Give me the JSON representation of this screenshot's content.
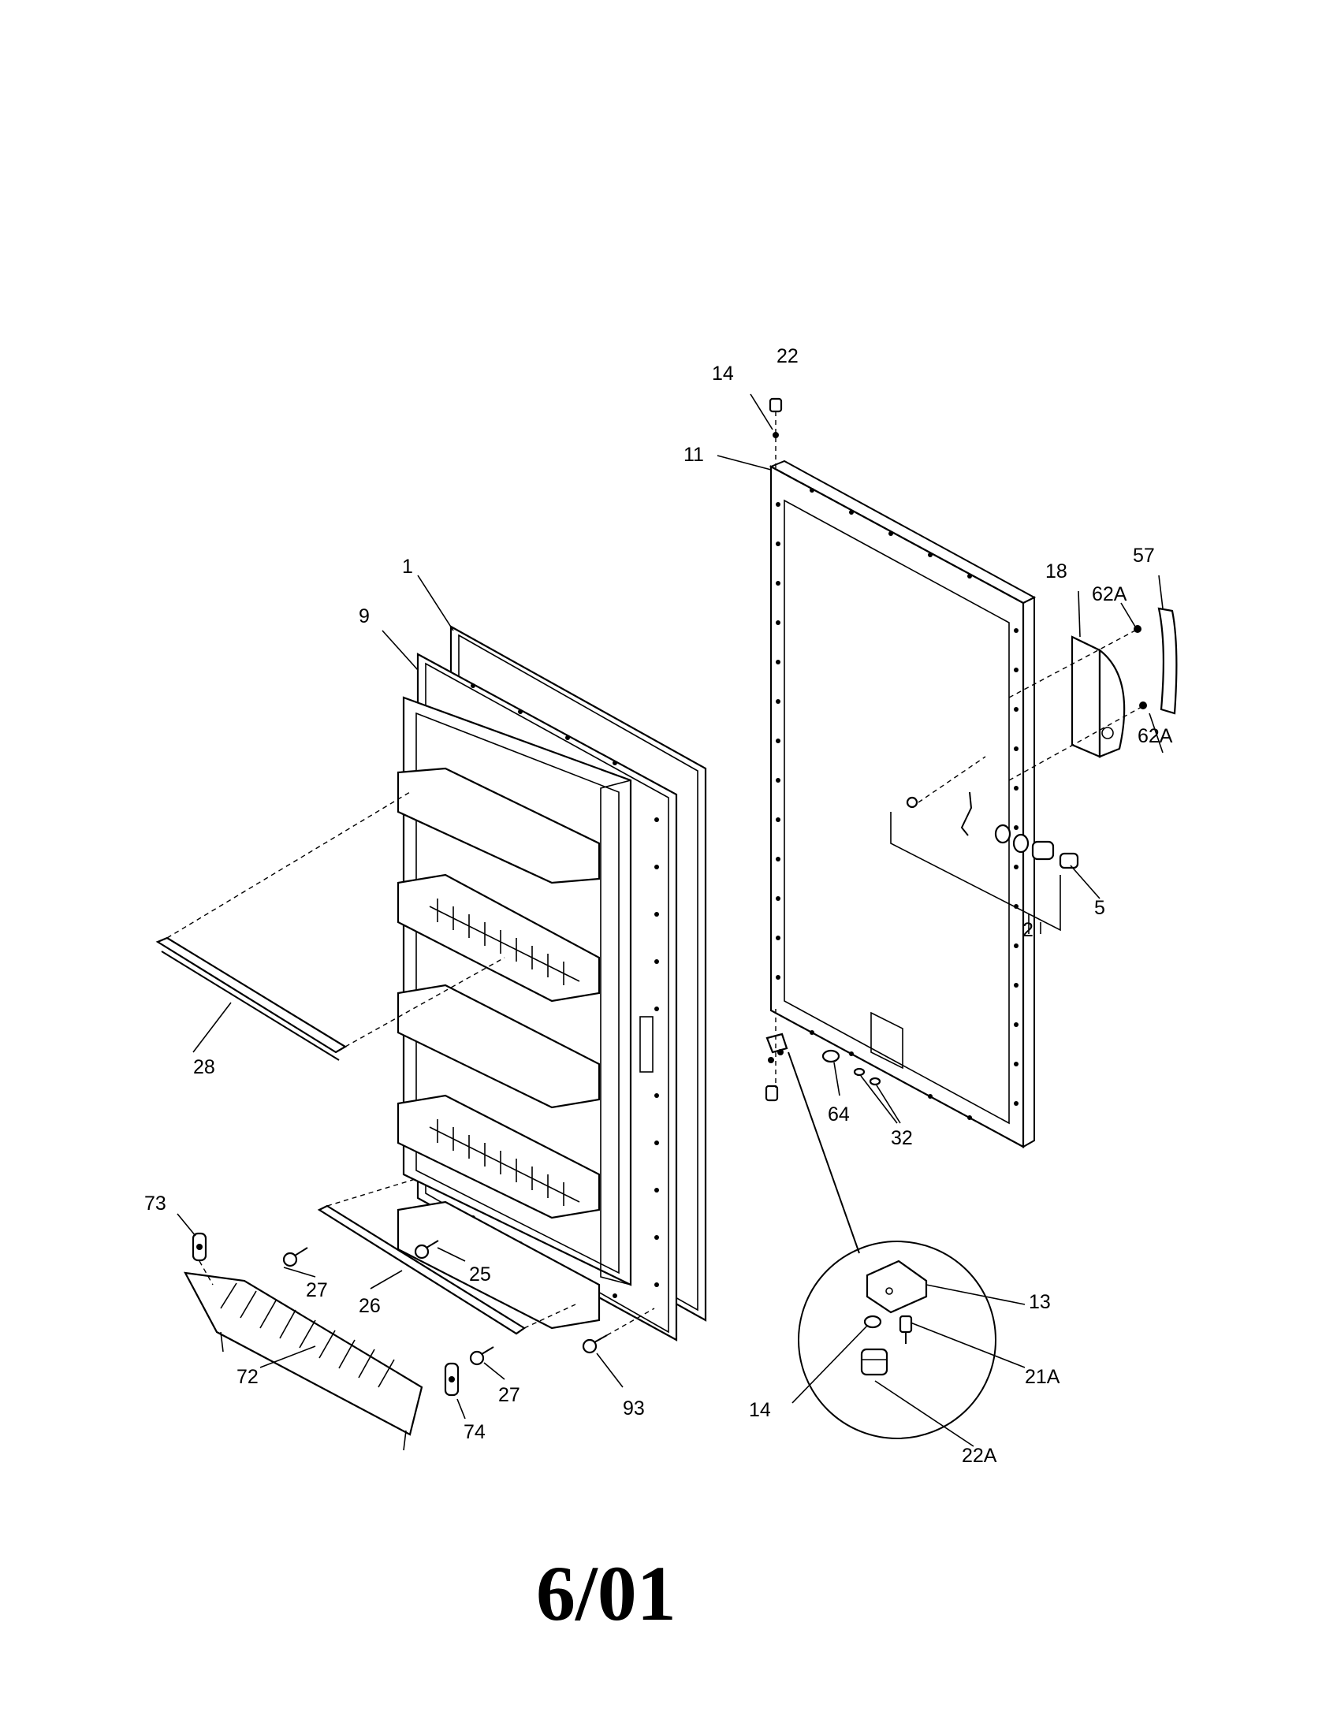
{
  "callouts": {
    "c1": "1",
    "c2": "2",
    "c5": "5",
    "c9": "9",
    "c11": "11",
    "c13": "13",
    "c14a": "14",
    "c14b": "14",
    "c18": "18",
    "c21a": "21A",
    "c22": "22",
    "c22a": "22A",
    "c25": "25",
    "c26": "26",
    "c27a": "27",
    "c27b": "27",
    "c28": "28",
    "c32": "32",
    "c57": "57",
    "c62a_top": "62A",
    "c62a_bot": "62A",
    "c64": "64",
    "c72": "72",
    "c73": "73",
    "c74": "74",
    "c93": "93"
  },
  "footer": {
    "code": "6/01"
  }
}
